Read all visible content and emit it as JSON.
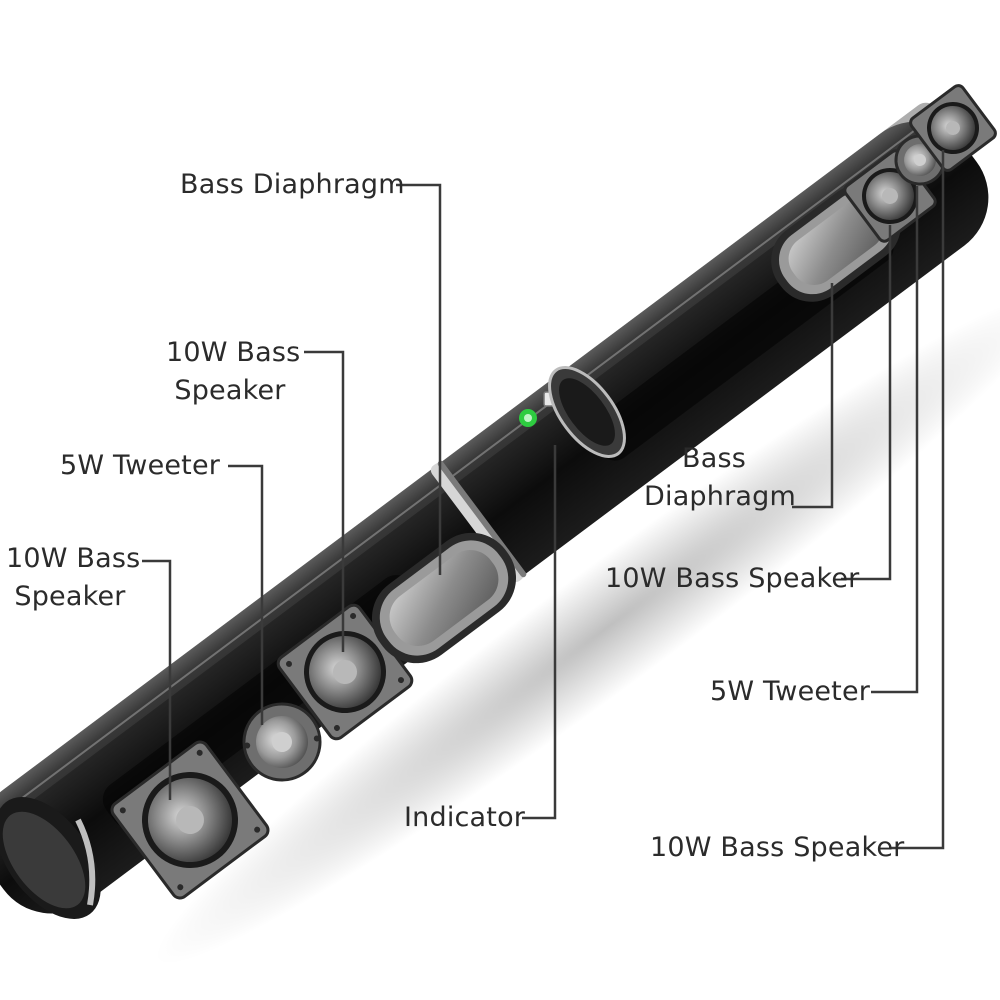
{
  "labels": {
    "left": {
      "bass_diaphragm": "Bass Diaphragm",
      "bass_speaker_mid": [
        "10W Bass",
        "Speaker"
      ],
      "tweeter": "5W Tweeter",
      "bass_speaker_end": [
        "10W Bass",
        "Speaker"
      ]
    },
    "right": {
      "bass_diaphragm": [
        "Bass",
        "Diaphragm"
      ],
      "bass_speaker_inner": "10W Bass Speaker",
      "tweeter": "5W Tweeter",
      "bass_speaker_outer": "10W Bass Speaker"
    },
    "indicator": "Indicator"
  },
  "colors": {
    "body": "#111111",
    "body_highlight": "#6a6a6a",
    "trim": "#cfcfcf",
    "leader": "#3a3a3a",
    "indicator_led": "#2ecc40"
  }
}
